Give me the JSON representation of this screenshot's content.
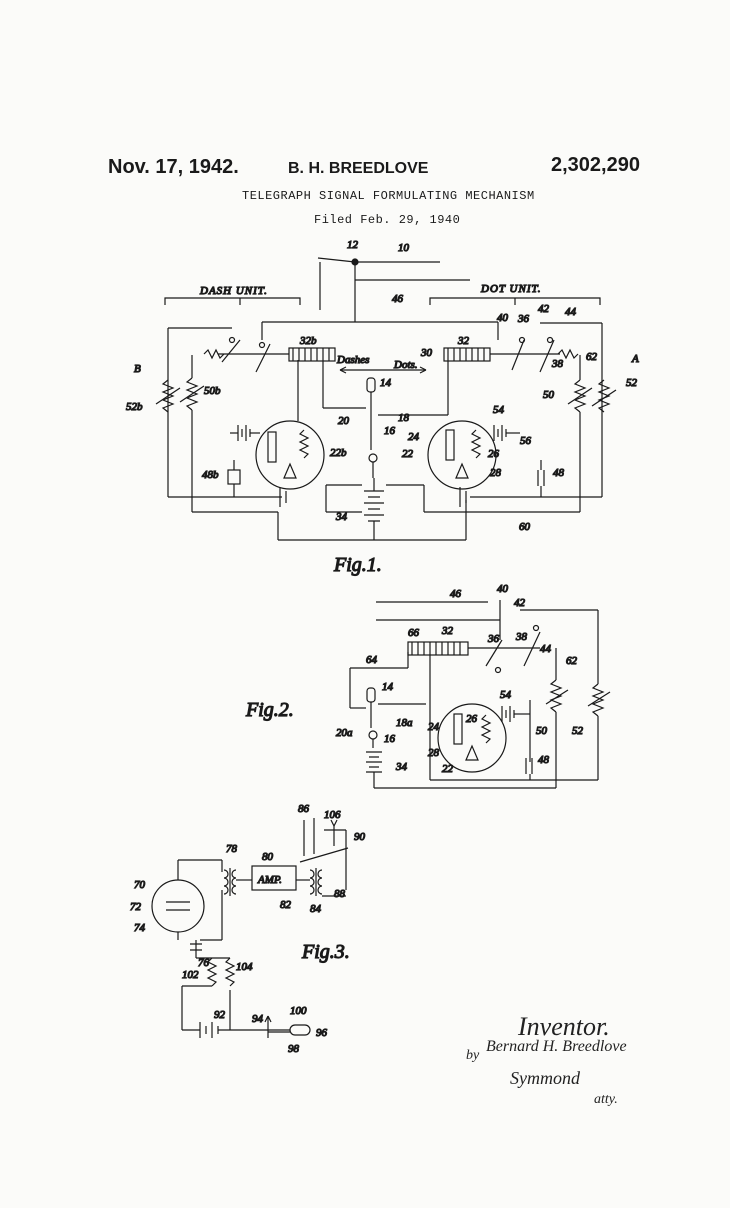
{
  "header": {
    "date": "Nov. 17, 1942.",
    "inventor_name": "B. H. BREEDLOVE",
    "patent_number": "2,302,290",
    "title": "TELEGRAPH SIGNAL FORMULATING MECHANISM",
    "filed": "Filed Feb. 29, 1940"
  },
  "fig1": {
    "caption": "Fig.1.",
    "dash_unit": "DASH UNIT.",
    "dot_unit": "DOT UNIT.",
    "left_letter": "B",
    "right_letter": "A",
    "dashes": "Dashes",
    "dots": "Dots.",
    "refs": [
      "12",
      "10",
      "46",
      "40",
      "36",
      "42",
      "44",
      "32b",
      "30",
      "32",
      "38",
      "62",
      "52b",
      "50b",
      "14",
      "20",
      "18",
      "16",
      "54",
      "56",
      "24",
      "22",
      "26",
      "28",
      "50",
      "52",
      "22b",
      "48b",
      "34",
      "48",
      "60"
    ]
  },
  "fig2": {
    "caption": "Fig.2.",
    "refs": [
      "46",
      "40",
      "42",
      "66",
      "32",
      "36",
      "38",
      "44",
      "64",
      "62",
      "14",
      "54",
      "20a",
      "18a",
      "16",
      "24",
      "26",
      "50",
      "52",
      "28",
      "22",
      "34",
      "48"
    ]
  },
  "fig3": {
    "caption": "Fig.3.",
    "amp_label": "AMP.",
    "refs": [
      "86",
      "106",
      "90",
      "78",
      "80",
      "70",
      "72",
      "74",
      "82",
      "84",
      "88",
      "76",
      "102",
      "104",
      "100",
      "92",
      "94",
      "96",
      "98"
    ]
  },
  "signature": {
    "heading": "Inventor.",
    "by": "by",
    "name": "Bernard H. Breedlove",
    "attorney": "Symmond",
    "atty": "atty."
  }
}
